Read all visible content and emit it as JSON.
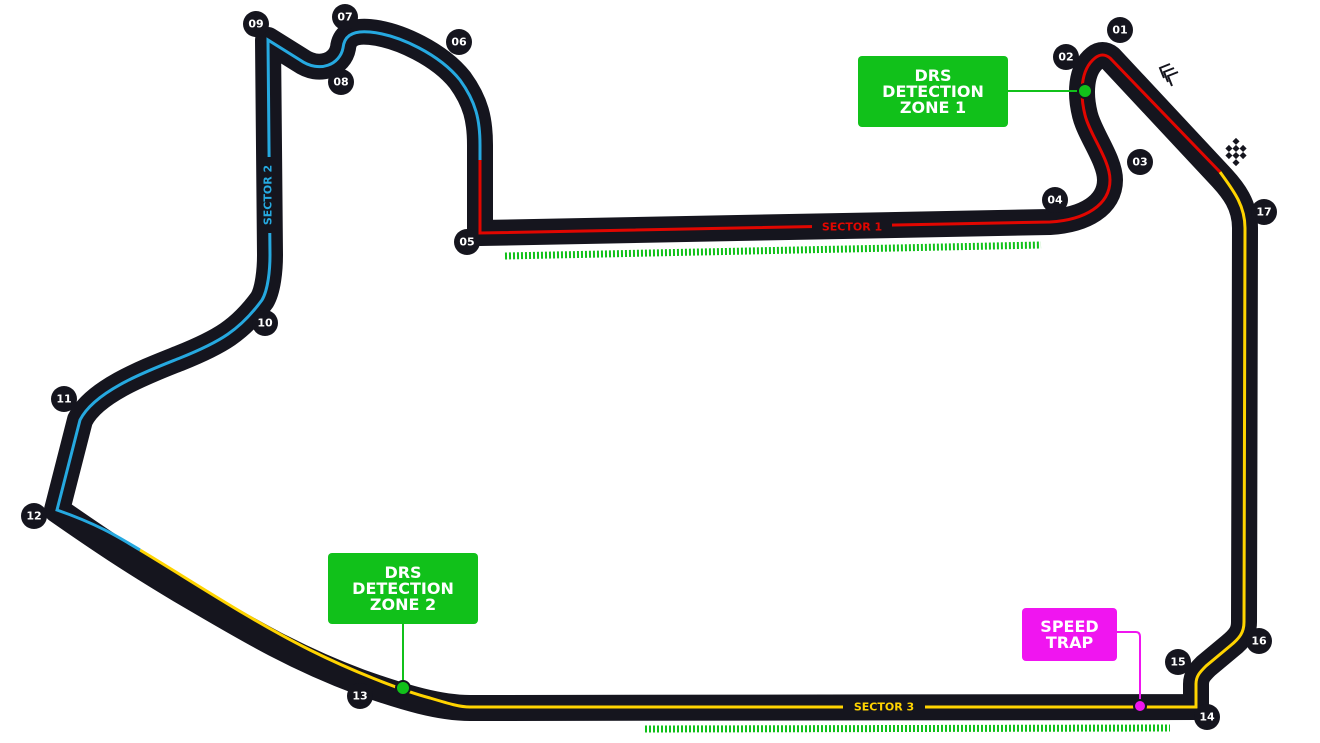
{
  "colors": {
    "track": "#15151e",
    "sector1": "#e10600",
    "sector2": "#26a9e0",
    "sector3": "#ffd400",
    "drs": "#11c11a",
    "speed_trap": "#f015f0",
    "turn_marker": "#15151e",
    "background": "#ffffff"
  },
  "sectors": {
    "s1": "SECTOR 1",
    "s2": "SECTOR 2",
    "s3": "SECTOR 3"
  },
  "callouts": {
    "drs1": [
      "DRS",
      "DETECTION",
      "ZONE 1"
    ],
    "drs2": [
      "DRS",
      "DETECTION",
      "ZONE 2"
    ],
    "speed_trap": [
      "SPEED",
      "TRAP"
    ]
  },
  "turns": [
    "01",
    "02",
    "03",
    "04",
    "05",
    "06",
    "07",
    "08",
    "09",
    "10",
    "11",
    "12",
    "13",
    "14",
    "15",
    "16",
    "17"
  ],
  "icons": {
    "start_direction": "chevron-arrows-icon",
    "start_finish": "checkered-flag-icon"
  }
}
